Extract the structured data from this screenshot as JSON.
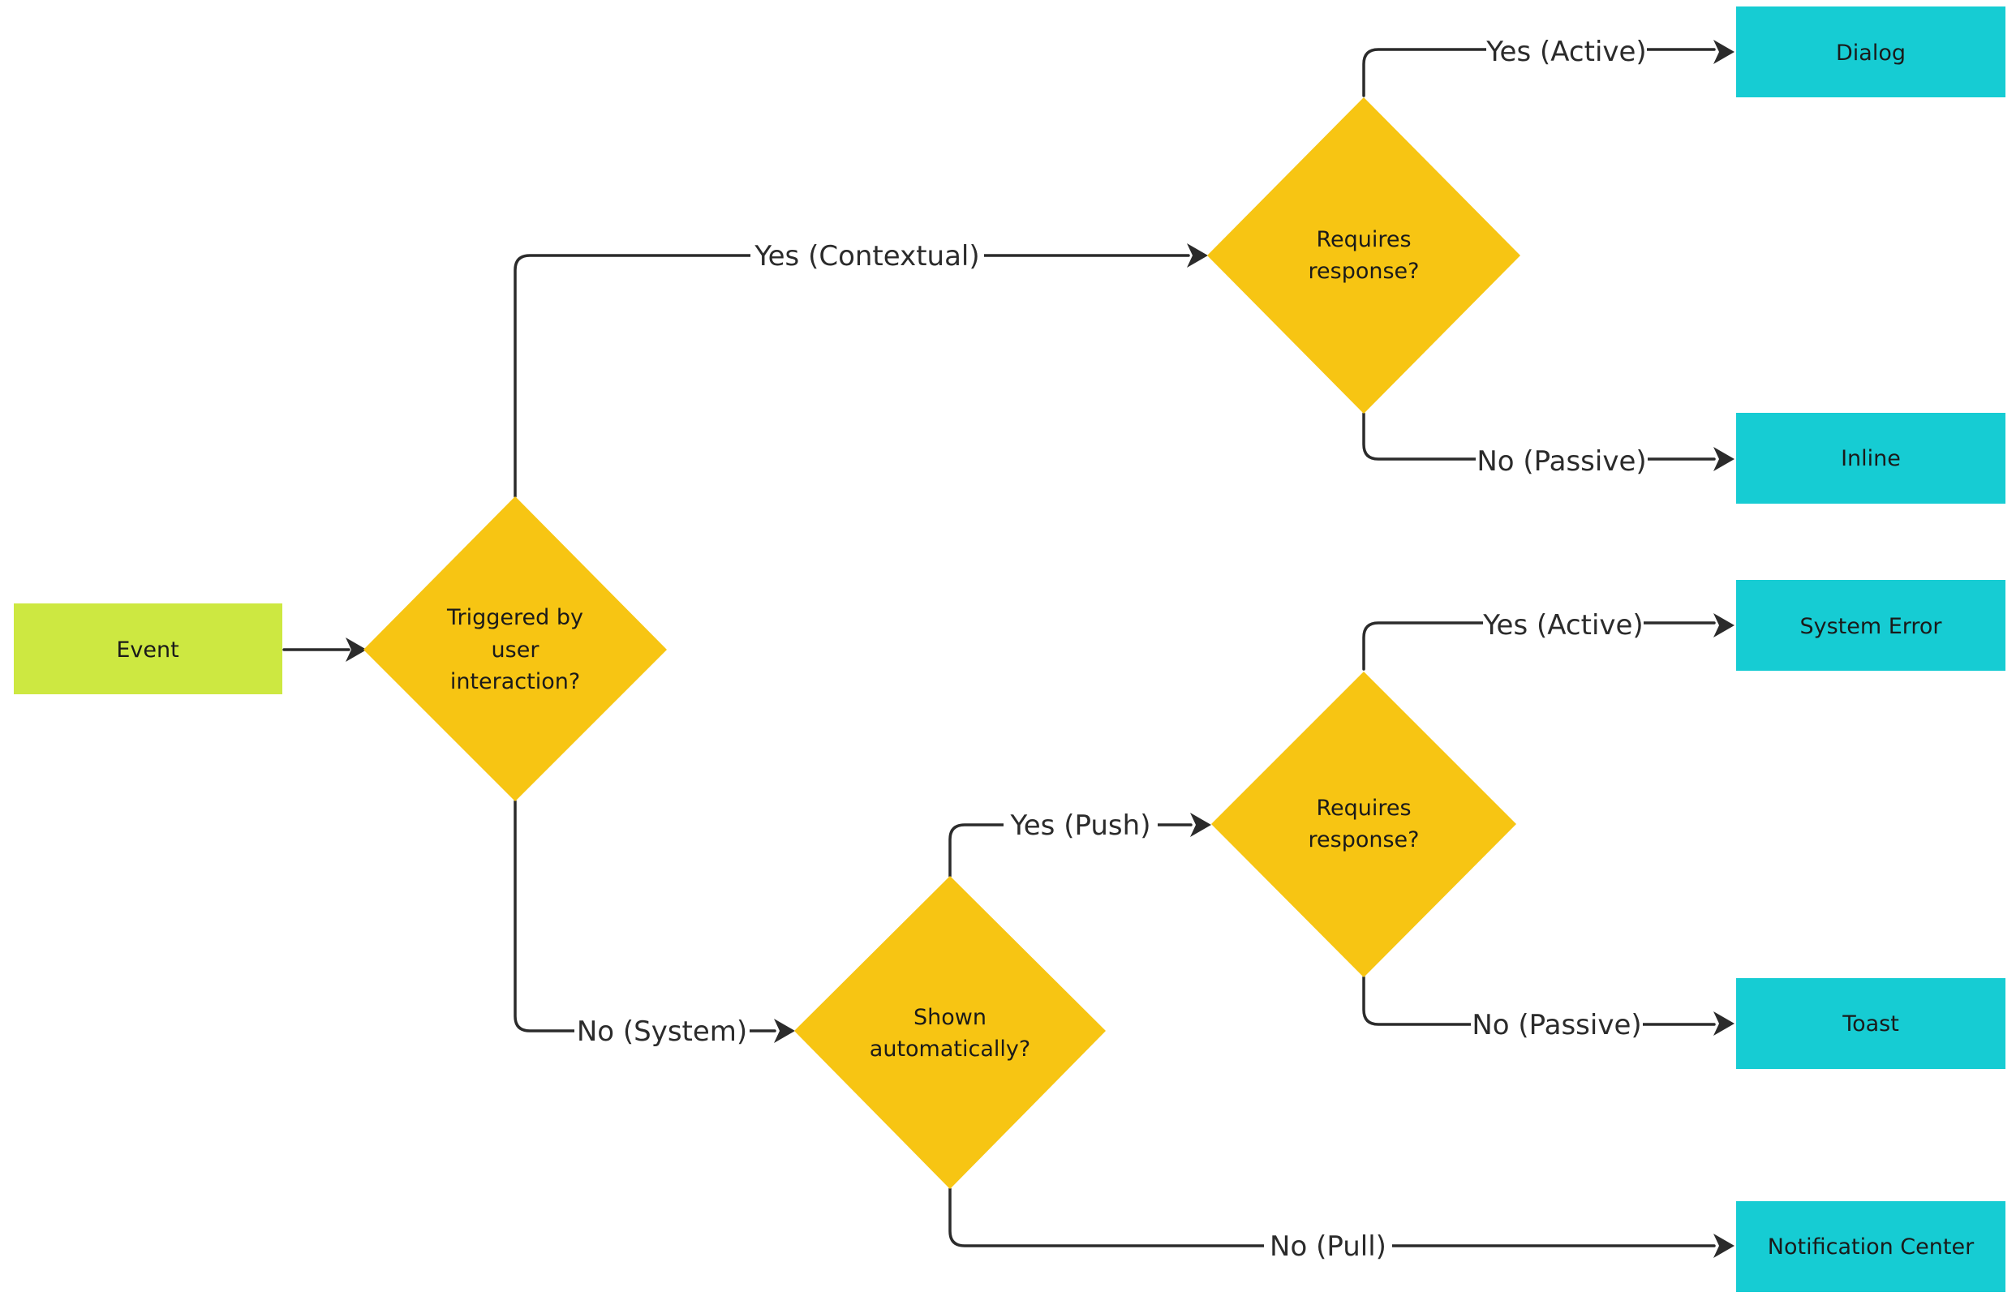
{
  "colors": {
    "start": "#cde841",
    "decision": "#f7c513",
    "outcome": "#16ccd3",
    "line": "#2b2b2b"
  },
  "nodes": {
    "event": {
      "label": "Event"
    },
    "triggered": {
      "lines": [
        "Triggered by",
        "user",
        "interaction?"
      ]
    },
    "requires_1": {
      "lines": [
        "Requires",
        "response?"
      ]
    },
    "shown": {
      "lines": [
        "Shown",
        "automatically?"
      ]
    },
    "requires_2": {
      "lines": [
        "Requires",
        "response?"
      ]
    },
    "dialog": {
      "label": "Dialog"
    },
    "inline": {
      "label": "Inline"
    },
    "system_error": {
      "label": "System Error"
    },
    "toast": {
      "label": "Toast"
    },
    "notification_center": {
      "label": "Notification Center"
    }
  },
  "edges": {
    "event_to_triggered": {
      "label": ""
    },
    "yes_contextual": {
      "label": "Yes (Contextual)"
    },
    "no_system": {
      "label": "No (System)"
    },
    "yes_active_1": {
      "label": "Yes (Active)"
    },
    "no_passive_1": {
      "label": "No (Passive)"
    },
    "yes_push": {
      "label": "Yes (Push)"
    },
    "no_pull": {
      "label": "No (Pull)"
    },
    "yes_active_2": {
      "label": "Yes (Active)"
    },
    "no_passive_2": {
      "label": "No (Passive)"
    }
  }
}
